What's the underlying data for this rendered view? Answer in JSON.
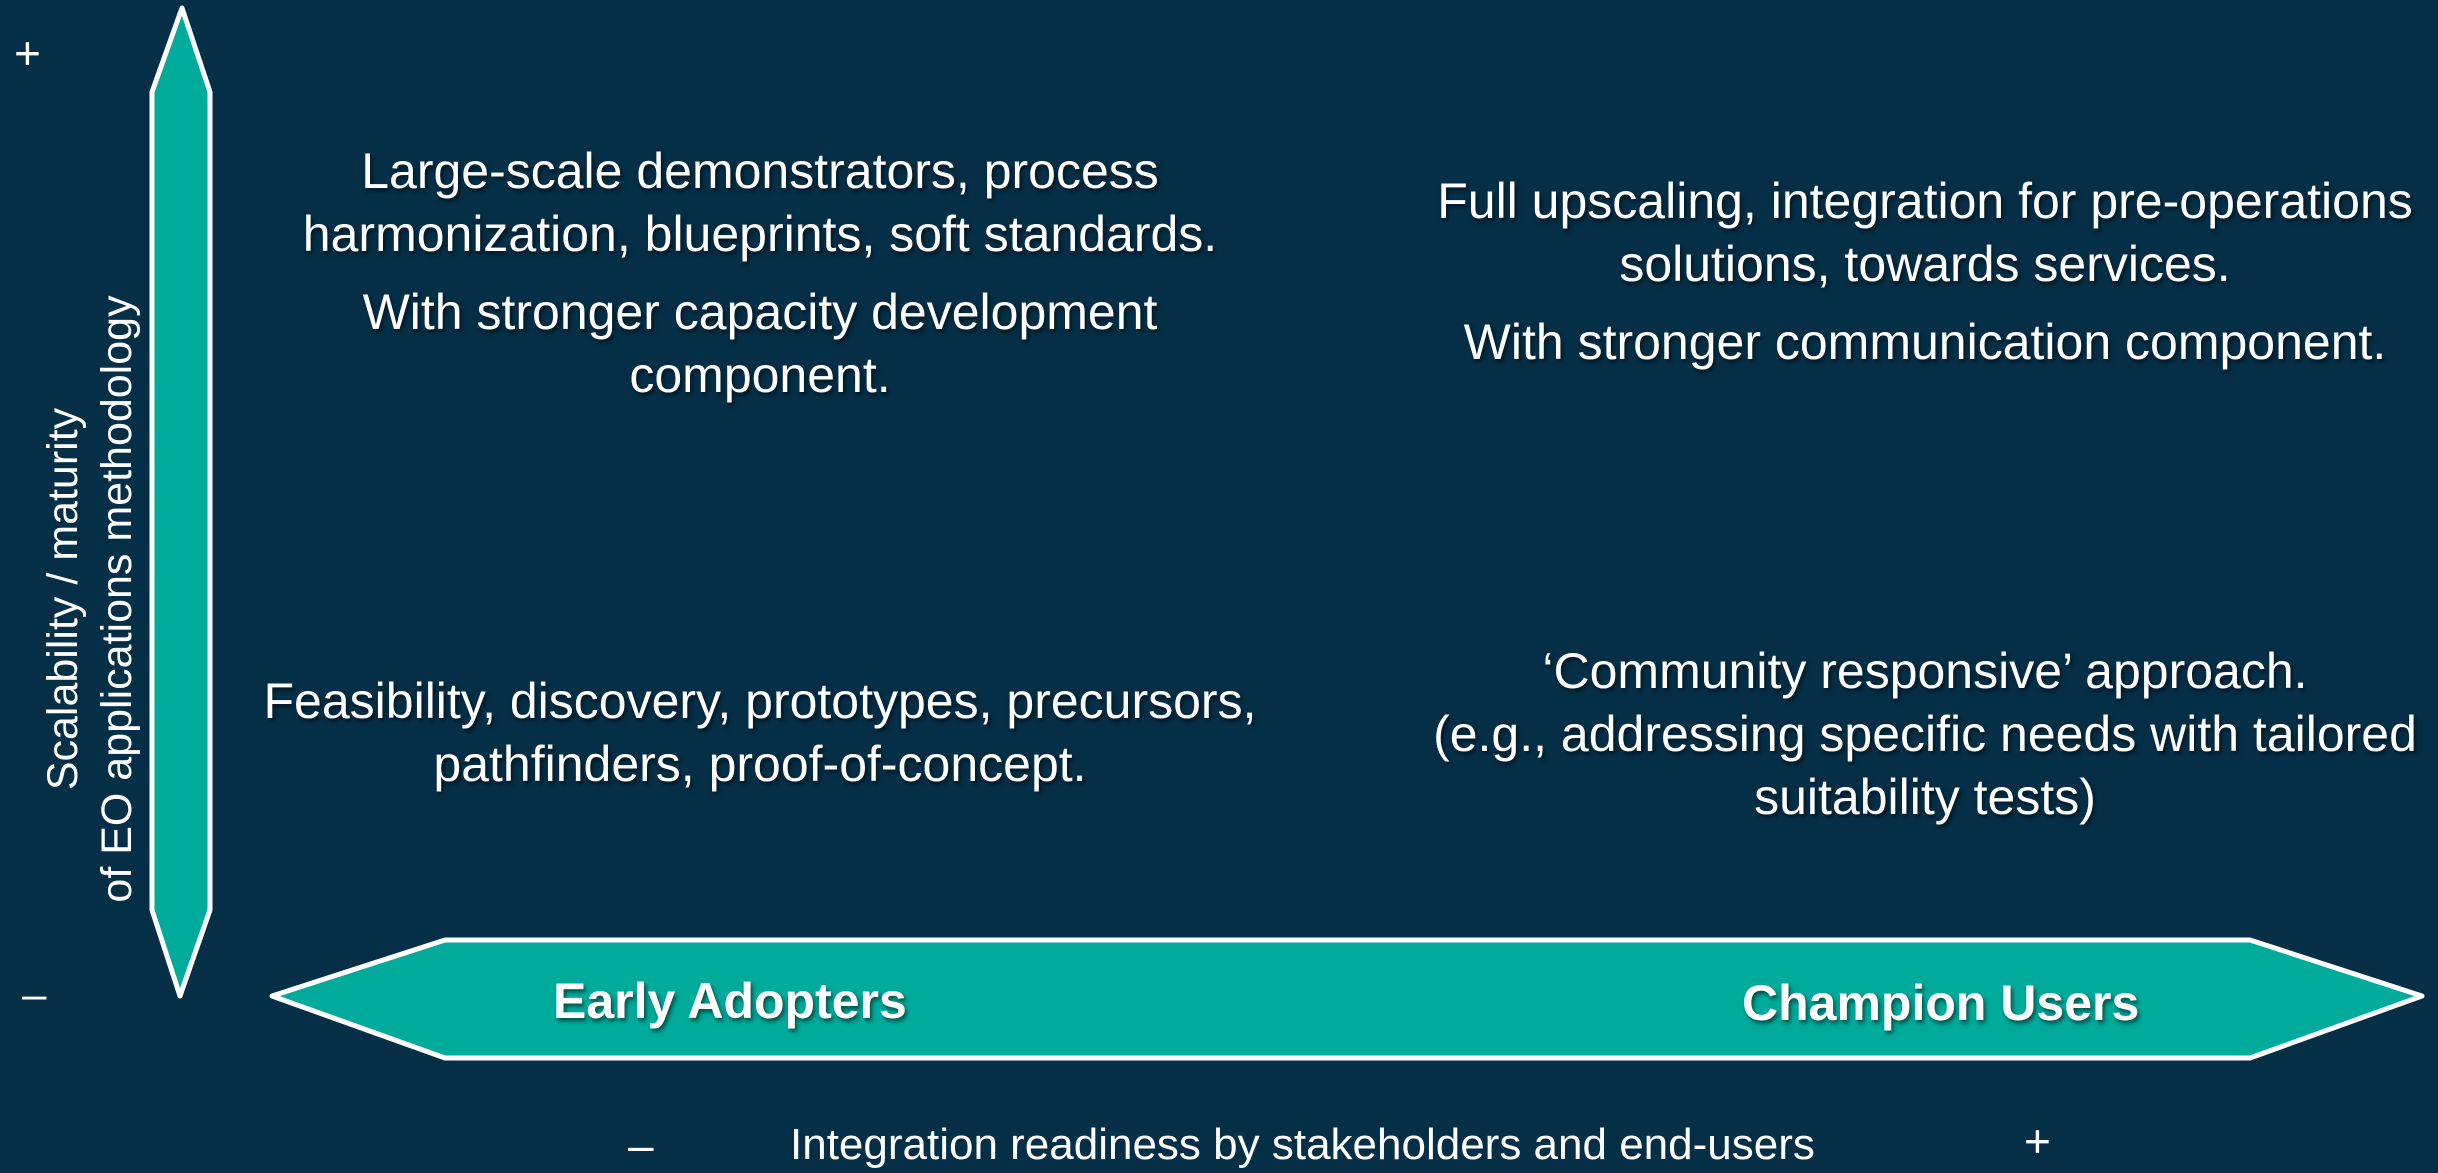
{
  "colors": {
    "background": "#052f47",
    "arrow_fill": "#00ab9b",
    "arrow_outline": "#ffffff",
    "text": "#ffffff"
  },
  "vertical_axis": {
    "title_line1": "Scalability / maturity",
    "title_line2": "of EO applications methodology",
    "plus": "+",
    "minus": "–"
  },
  "horizontal_axis": {
    "title": "Integration readiness by stakeholders and end-users",
    "minus": "–",
    "plus": "+"
  },
  "arrow_labels": {
    "left": "Early Adopters",
    "right": "Champion Users"
  },
  "quadrants": {
    "top_left": {
      "line1": "Large-scale demonstrators, process harmonization, blueprints, soft standards.",
      "line2": "With stronger capacity development component."
    },
    "top_right": {
      "line1": "Full upscaling, integration for pre-operations solutions, towards services.",
      "line2": "With stronger communication component."
    },
    "bottom_left": {
      "line1": "Feasibility, discovery, prototypes, precursors, pathfinders, proof-of-concept."
    },
    "bottom_right": {
      "line1": "‘Community responsive’ approach.",
      "line2": "(e.g., addressing specific needs with tailored suitability tests)"
    }
  }
}
